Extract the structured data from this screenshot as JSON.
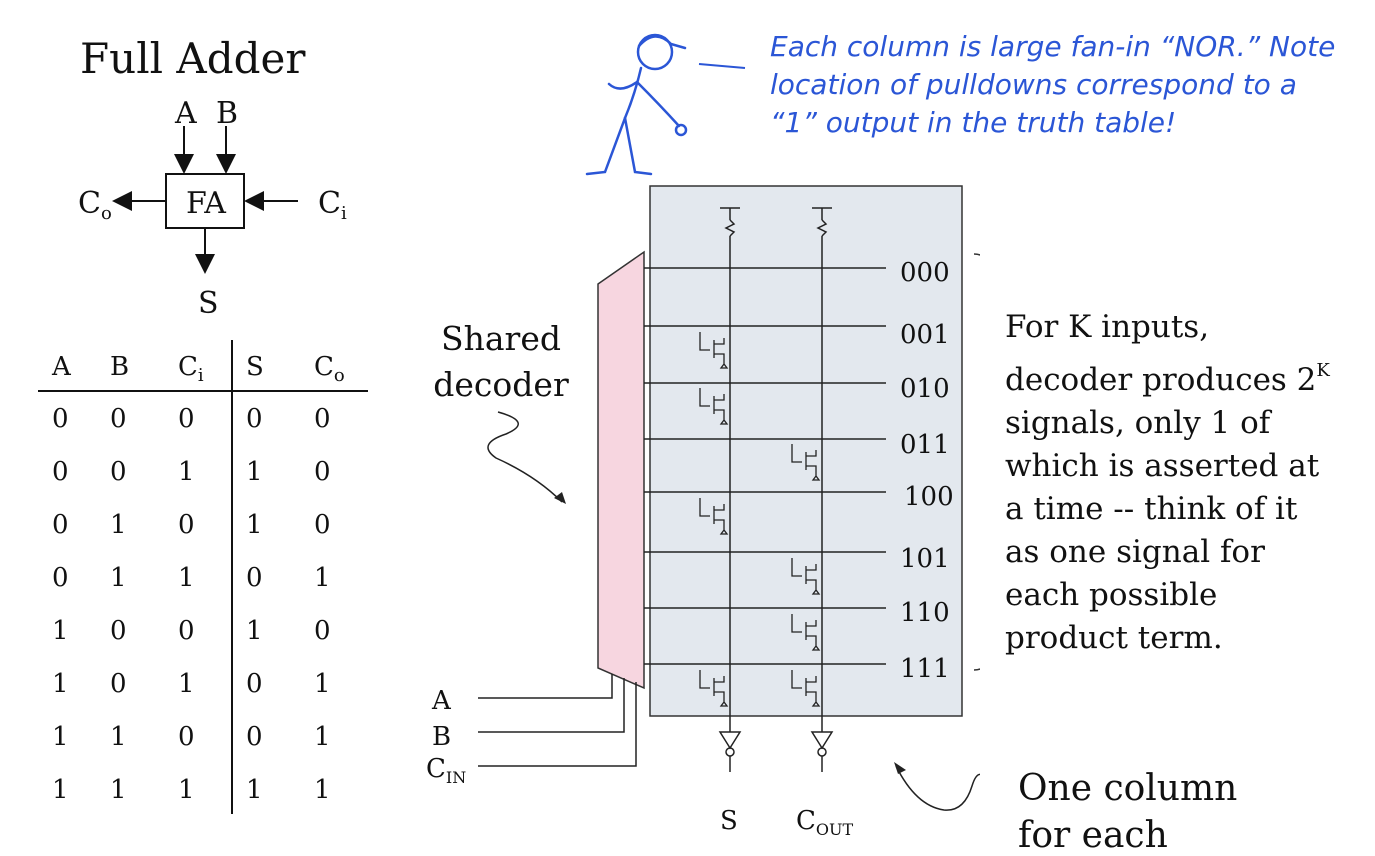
{
  "full_adder": {
    "title": "Full Adder",
    "block_label": "FA",
    "input_a": "A",
    "input_b": "B",
    "carry_out": "C",
    "carry_out_sub": "o",
    "carry_in": "C",
    "carry_in_sub": "i",
    "sum": "S"
  },
  "truth_table": {
    "headers": [
      "A",
      "B",
      "C",
      "S",
      "C"
    ],
    "header_subs": [
      "",
      "",
      "i",
      "",
      "o"
    ],
    "rows": [
      [
        "0",
        "0",
        "0",
        "0",
        "0"
      ],
      [
        "0",
        "0",
        "1",
        "1",
        "0"
      ],
      [
        "0",
        "1",
        "0",
        "1",
        "0"
      ],
      [
        "0",
        "1",
        "1",
        "0",
        "1"
      ],
      [
        "1",
        "0",
        "0",
        "1",
        "0"
      ],
      [
        "1",
        "0",
        "1",
        "0",
        "1"
      ],
      [
        "1",
        "1",
        "0",
        "0",
        "1"
      ],
      [
        "1",
        "1",
        "1",
        "1",
        "1"
      ]
    ]
  },
  "note": {
    "line1": "Each column is large fan-in “NOR.” Note",
    "line2": "location of pulldowns correspond to a",
    "line3": "“1” output in the truth table!"
  },
  "decoder": {
    "label_line1": "Shared",
    "label_line2": "decoder",
    "inputs": [
      "A",
      "B",
      "C"
    ],
    "input_c_sub": "IN",
    "row_labels": [
      "000",
      "001",
      "010",
      "011",
      "100",
      "101",
      "110",
      "111"
    ],
    "output_s": "S",
    "output_cout": "C",
    "output_cout_sub": "OUT"
  },
  "explanation": {
    "l1": "For K inputs,",
    "l2a": "decoder produces 2",
    "l2sup": "K",
    "l3": "signals, only 1 of",
    "l4": "which is asserted at",
    "l5": "a time -- think of it",
    "l6": "as one signal for",
    "l7": "each possible",
    "l8": "product term."
  },
  "bottom": {
    "line1": "One column",
    "line2": "for each"
  },
  "colors": {
    "note_blue": "#2b56d6",
    "panel": "#e3e8ee",
    "decoder_pink": "#f7d6e0"
  }
}
